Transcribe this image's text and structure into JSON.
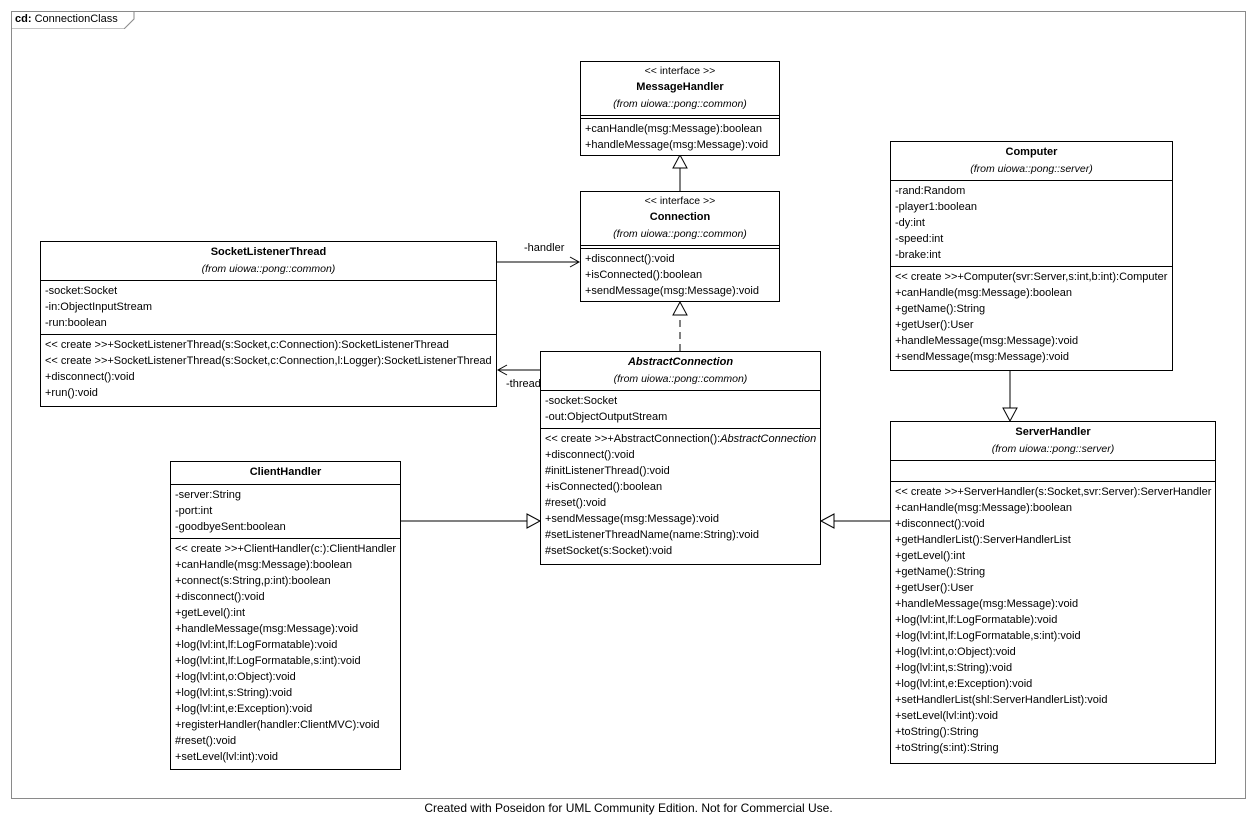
{
  "diagram": {
    "frame_kind": "cd:",
    "frame_name": "ConnectionClass",
    "footer": "Created with Poseidon for UML Community Edition. Not for Commercial Use."
  },
  "classes": {
    "messageHandler": {
      "stereotype": "<< interface >>",
      "name": "MessageHandler",
      "from": "(from uiowa::pong::common)",
      "attributes": [],
      "operations": [
        "+canHandle(msg:Message):boolean",
        "+handleMessage(msg:Message):void"
      ]
    },
    "connection": {
      "stereotype": "<< interface >>",
      "name": "Connection",
      "from": "(from uiowa::pong::common)",
      "attributes": [],
      "operations": [
        "+disconnect():void",
        "+isConnected():boolean",
        "+sendMessage(msg:Message):void"
      ]
    },
    "socketListenerThread": {
      "name": "SocketListenerThread",
      "from": "(from uiowa::pong::common)",
      "attributes": [
        "-socket:Socket",
        "-in:ObjectInputStream",
        "-run:boolean"
      ],
      "operations": [
        "<< create >>+SocketListenerThread(s:Socket,c:Connection):SocketListenerThread",
        "<< create >>+SocketListenerThread(s:Socket,c:Connection,l:Logger):SocketListenerThread",
        "+disconnect():void",
        "+run():void"
      ]
    },
    "abstractConnection": {
      "name": "AbstractConnection",
      "from": "(from uiowa::pong::common)",
      "attributes": [
        "-socket:Socket",
        "-out:ObjectOutputStream"
      ],
      "create_prefix": "<< create >>+AbstractConnection():",
      "create_return": "AbstractConnection",
      "operations": [
        "+disconnect():void",
        "#initListenerThread():void",
        "+isConnected():boolean",
        "#reset():void",
        "+sendMessage(msg:Message):void",
        "#setListenerThreadName(name:String):void",
        "#setSocket(s:Socket):void"
      ]
    },
    "computer": {
      "name": "Computer",
      "from": "(from uiowa::pong::server)",
      "attributes": [
        "-rand:Random",
        "-player1:boolean",
        "-dy:int",
        "-speed:int",
        "-brake:int"
      ],
      "operations": [
        "<< create >>+Computer(svr:Server,s:int,b:int):Computer",
        "+canHandle(msg:Message):boolean",
        "+getName():String",
        "+getUser():User",
        "+handleMessage(msg:Message):void",
        "+sendMessage(msg:Message):void"
      ]
    },
    "serverHandler": {
      "name": "ServerHandler",
      "from": "(from uiowa::pong::server)",
      "attributes": [],
      "operations": [
        "<< create >>+ServerHandler(s:Socket,svr:Server):ServerHandler",
        "+canHandle(msg:Message):boolean",
        "+disconnect():void",
        "+getHandlerList():ServerHandlerList",
        "+getLevel():int",
        "+getName():String",
        "+getUser():User",
        "+handleMessage(msg:Message):void",
        "+log(lvl:int,lf:LogFormatable):void",
        "+log(lvl:int,lf:LogFormatable,s:int):void",
        "+log(lvl:int,o:Object):void",
        "+log(lvl:int,s:String):void",
        "+log(lvl:int,e:Exception):void",
        "+setHandlerList(shl:ServerHandlerList):void",
        "+setLevel(lvl:int):void",
        "+toString():String",
        "+toString(s:int):String"
      ]
    },
    "clientHandler": {
      "name": "ClientHandler",
      "attributes": [
        "-server:String",
        "-port:int",
        "-goodbyeSent:boolean"
      ],
      "operations": [
        "<< create >>+ClientHandler(c:):ClientHandler",
        "+canHandle(msg:Message):boolean",
        "+connect(s:String,p:int):boolean",
        "+disconnect():void",
        "+getLevel():int",
        "+handleMessage(msg:Message):void",
        "+log(lvl:int,lf:LogFormatable):void",
        "+log(lvl:int,lf:LogFormatable,s:int):void",
        "+log(lvl:int,o:Object):void",
        "+log(lvl:int,s:String):void",
        "+log(lvl:int,e:Exception):void",
        "+registerHandler(handler:ClientMVC):void",
        "#reset():void",
        "+setLevel(lvl:int):void"
      ]
    }
  },
  "relations": [
    {
      "kind": "generalization",
      "from": "Connection",
      "to": "MessageHandler"
    },
    {
      "kind": "realization",
      "from": "AbstractConnection",
      "to": "Connection"
    },
    {
      "kind": "association",
      "from": "SocketListenerThread",
      "to": "Connection",
      "role": "-handler"
    },
    {
      "kind": "association",
      "from": "AbstractConnection",
      "to": "SocketListenerThread",
      "role": "-thread"
    },
    {
      "kind": "generalization",
      "from": "ClientHandler",
      "to": "AbstractConnection"
    },
    {
      "kind": "generalization",
      "from": "ServerHandler",
      "to": "AbstractConnection"
    },
    {
      "kind": "generalization",
      "from": "Computer",
      "to": "ServerHandler"
    }
  ]
}
